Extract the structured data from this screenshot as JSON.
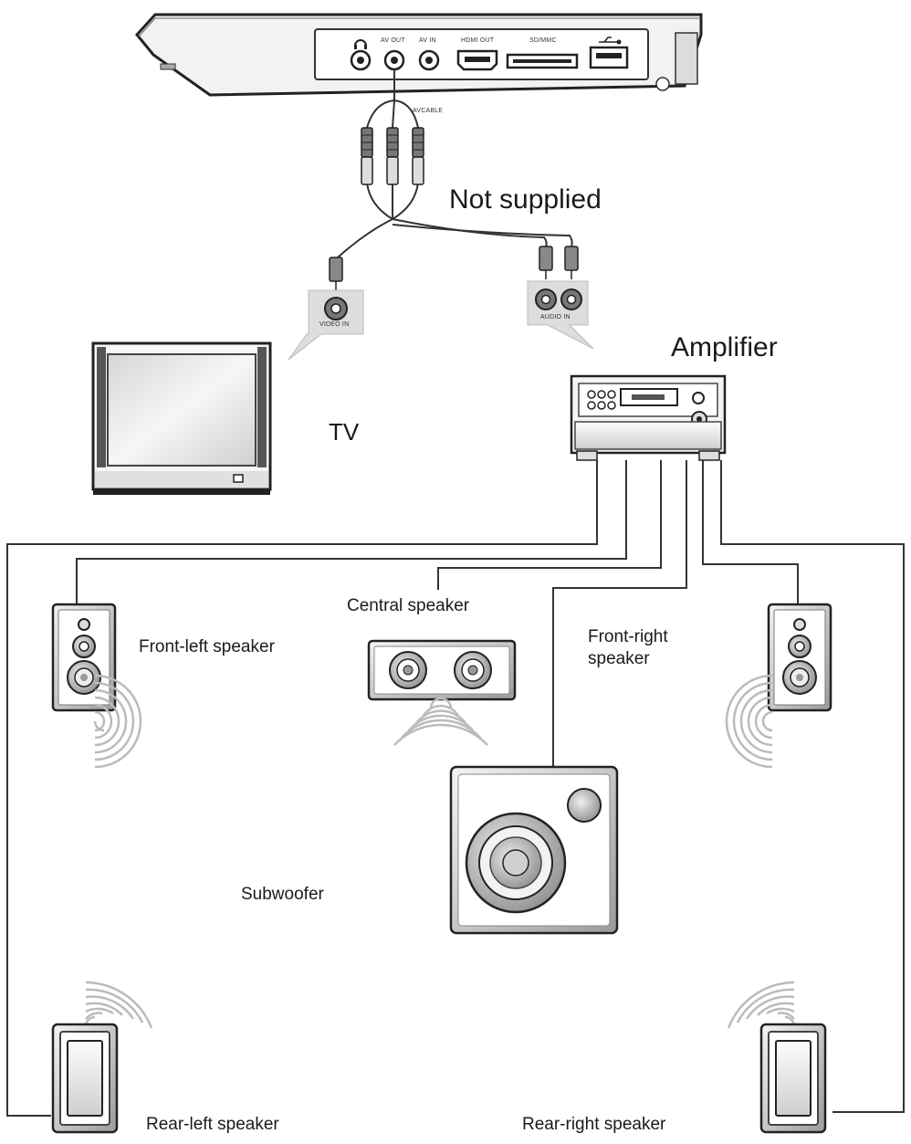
{
  "player": {
    "ports": [
      "AV OUT",
      "AV IN",
      "HDMI OUT",
      "SD/MMC"
    ],
    "cable_label": "AVCABLE"
  },
  "tv_input_label": "VIDEO IN",
  "amp_input_label": "AUDIO IN",
  "labels": {
    "not_supplied": "Not supplied",
    "amplifier": "Amplifier",
    "tv": "TV",
    "central_speaker": "Central speaker",
    "front_left_speaker": "Front-left speaker",
    "front_right_speaker_line1": "Front-right",
    "front_right_speaker_line2": "speaker",
    "subwoofer": "Subwoofer",
    "rear_left_speaker": "Rear-left speaker",
    "rear_right_speaker": "Rear-right speaker"
  }
}
